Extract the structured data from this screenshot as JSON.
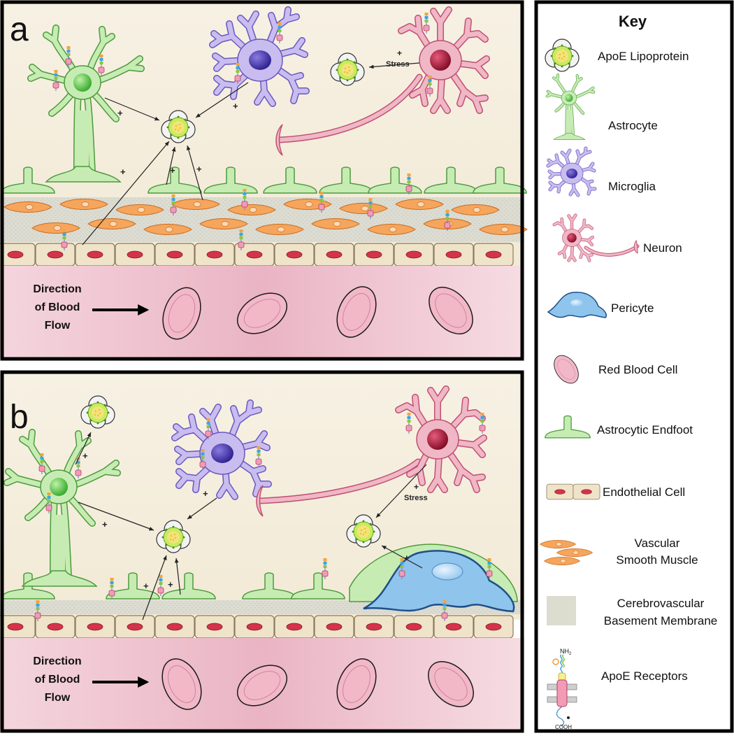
{
  "panel_a": {
    "letter": "a",
    "stress_plus": "+",
    "stress": "Stress",
    "plus": "+",
    "flow_line1": "Direction",
    "flow_line2": "of Blood",
    "flow_line3": "Flow"
  },
  "panel_b": {
    "letter": "b",
    "stress_plus": "+",
    "stress": "Stress",
    "plus": "+",
    "flow_line1": "Direction",
    "flow_line2": "of Blood",
    "flow_line3": "Flow"
  },
  "key": {
    "title": "Key",
    "apoe_lipoprotein": "ApoE Lipoprotein",
    "astrocyte": "Astrocyte",
    "microglia": "Microglia",
    "neuron": "Neuron",
    "pericyte": "Pericyte",
    "red_blood_cell": "Red Blood Cell",
    "astrocytic_endfoot": "Astrocytic Endfoot",
    "endothelial_cell": "Endothelial Cell",
    "vsm_line1": "Vascular",
    "vsm_line2": "Smooth Muscle",
    "cbm_line1": "Cerebrovascular",
    "cbm_line2": "Basement Membrane",
    "apoe_receptors": "ApoE Receptors",
    "nh2": "NH",
    "nh2_sub": "2",
    "cooh": "COOH"
  },
  "colors": {
    "astrocyte": "#c6ecb4",
    "astrocyte_nucleus": "#4cc23a",
    "microglia": "#c9bdf0",
    "microglia_nucleus": "#4a3ab8",
    "neuron": "#f0b7c6",
    "neuron_nucleus": "#b0123a",
    "pericyte": "#8fc4ec",
    "endothelial": "#efe4c9",
    "endothelial_nucleus": "#d2344a",
    "smooth_muscle": "#f6a55c",
    "rbc": "#f2b8c8",
    "lumen": "#f1c9d3",
    "membrane": "#dcdcd2"
  }
}
